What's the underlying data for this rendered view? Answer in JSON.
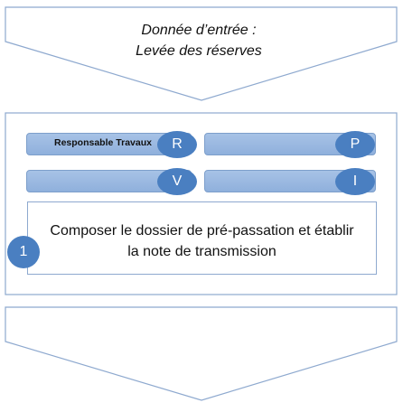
{
  "input": {
    "line1": "Donnée d’entrée :",
    "line2": "Levée des réserves"
  },
  "roles": {
    "responsable_label": "Responsable Travaux",
    "r": "R",
    "p": "P",
    "v": "V",
    "i": "I"
  },
  "task": {
    "line1": "Composer le dossier de pré-passation et établir",
    "line2": "la note de transmission",
    "step": "1"
  },
  "colors": {
    "chevron_border": "#8ea9cf",
    "bar_fill": "#9ab8e0",
    "circle_fill": "#4a7fc1"
  }
}
